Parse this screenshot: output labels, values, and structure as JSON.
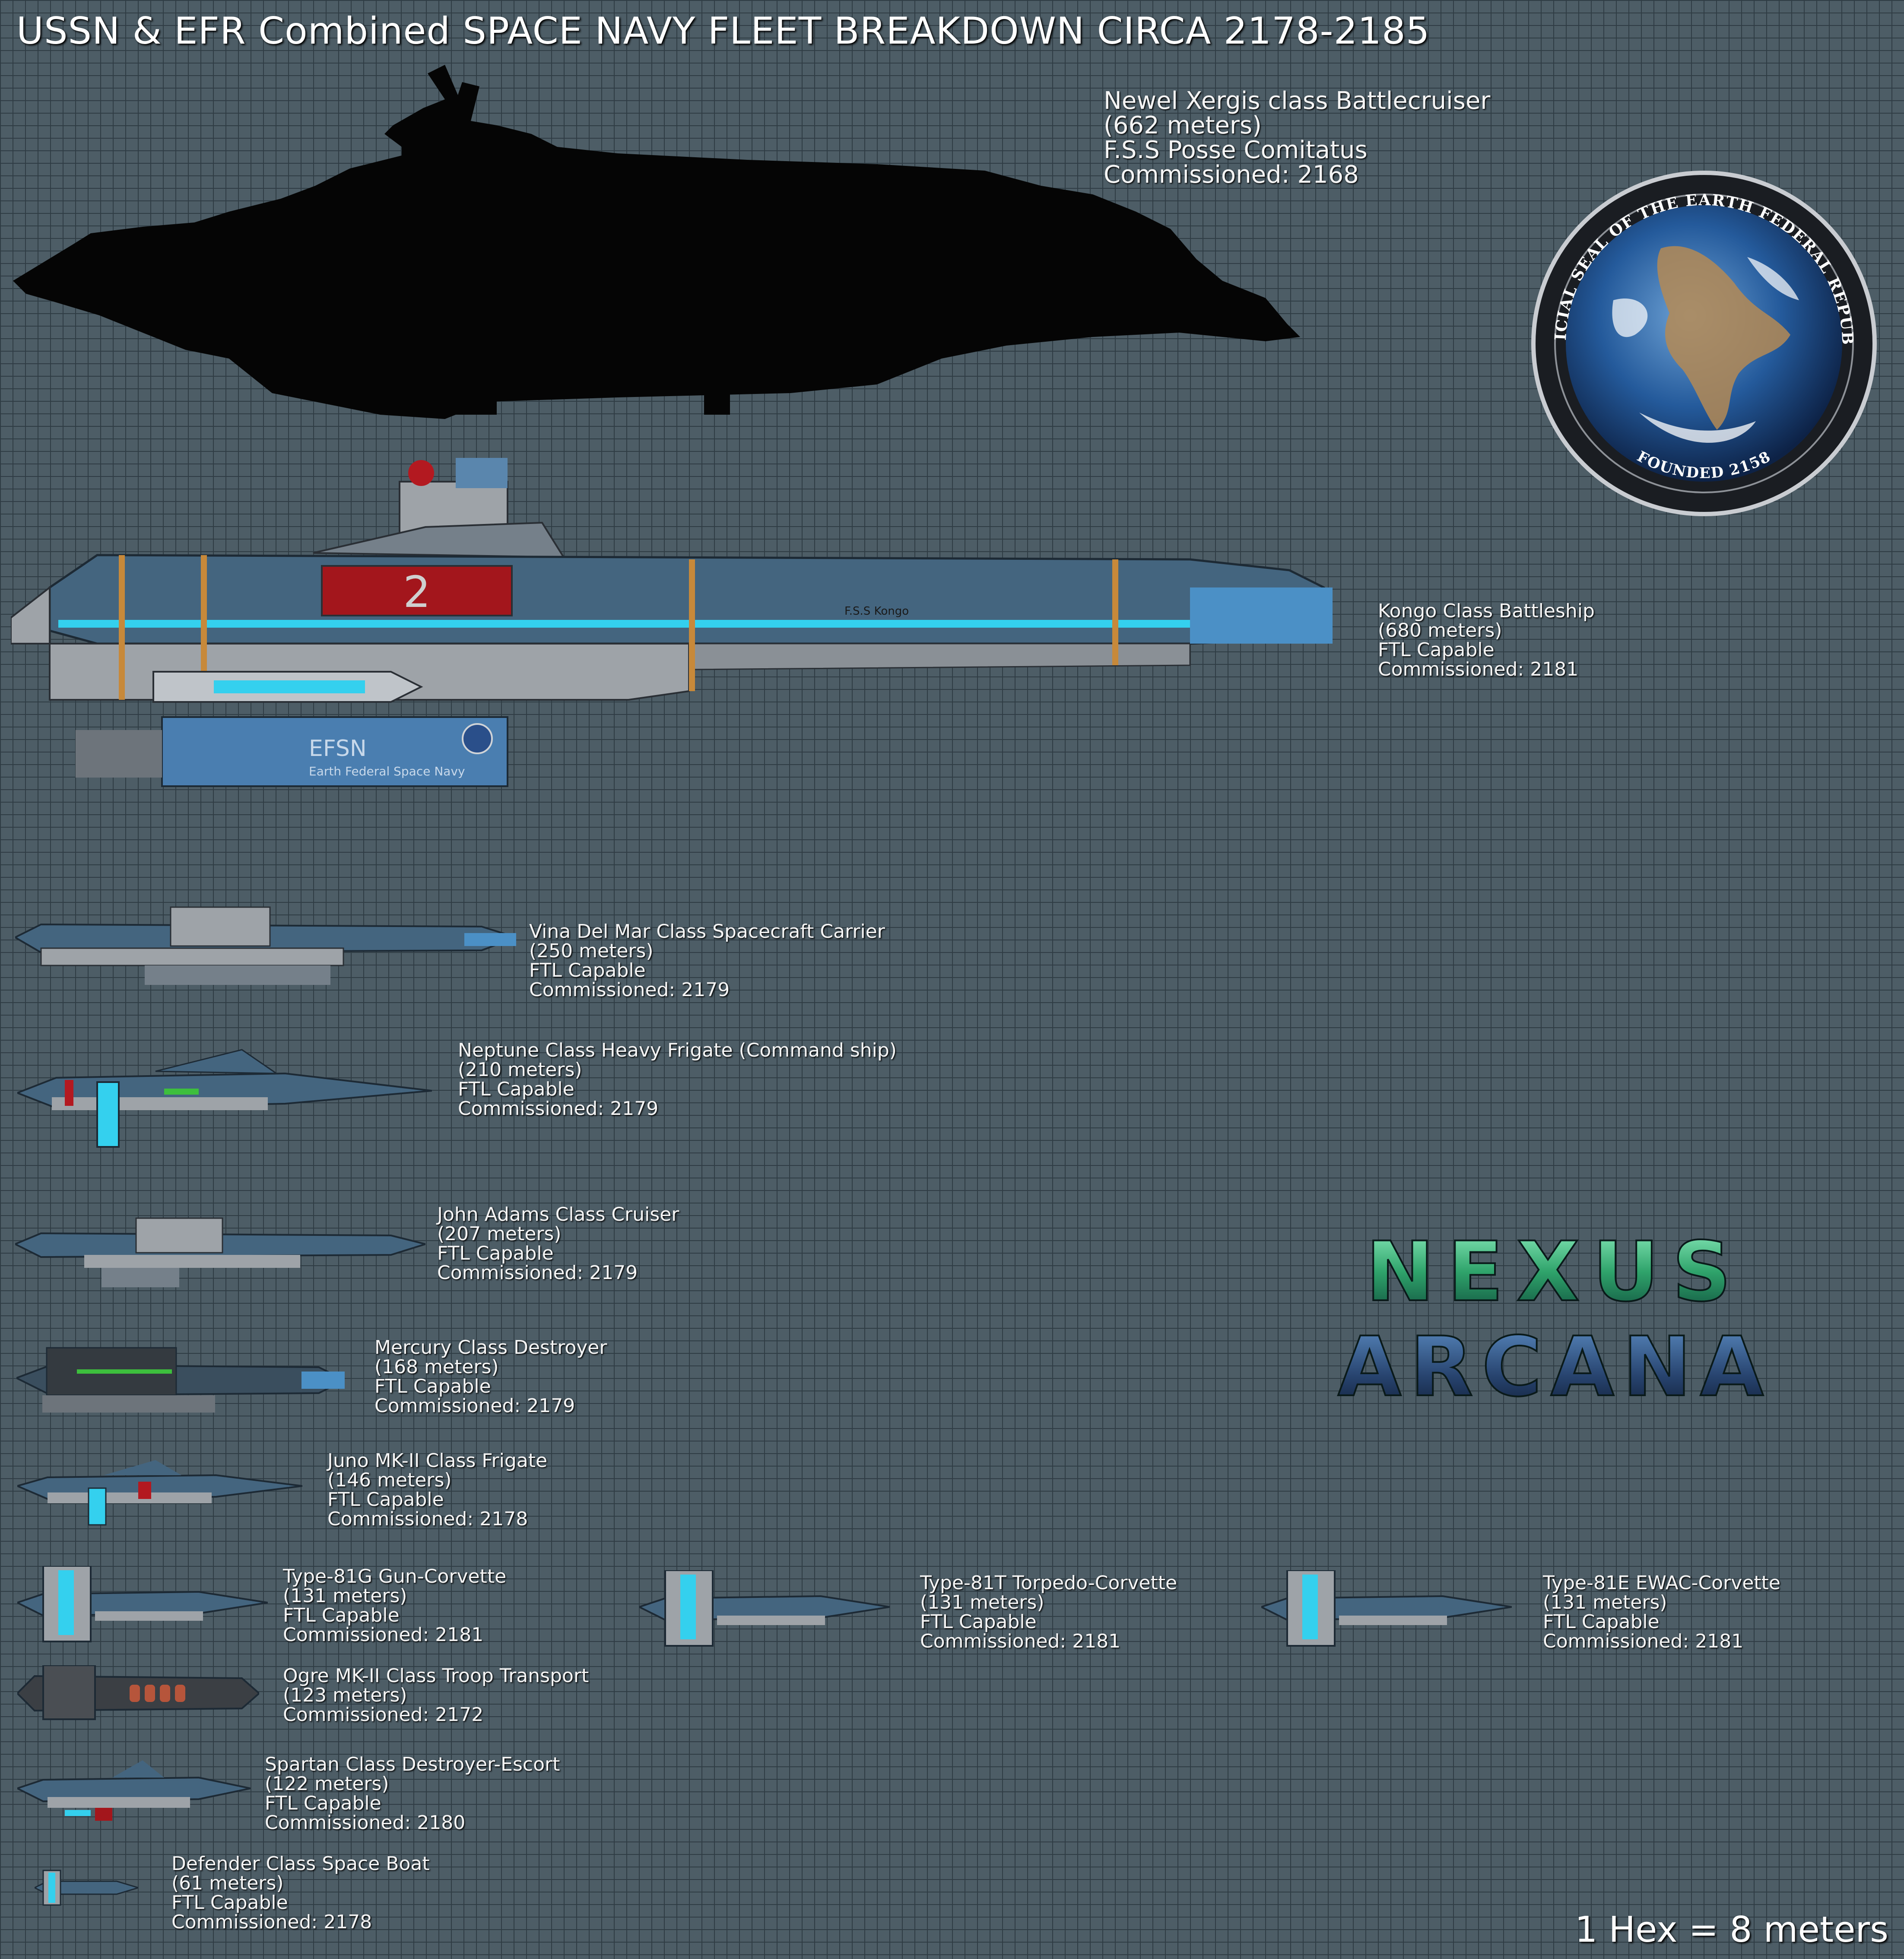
{
  "title": "USSN & EFR Combined SPACE NAVY FLEET BREAKDOWN CIRCA 2178-2185",
  "colors": {
    "grid_background": "#4d5d66",
    "grid_lines": "#2f3c44",
    "hull_blue": "#44657f",
    "hull_grey": "#9ea3a8",
    "engine_glow": "#34d0ee",
    "accent_red": "#a3161c",
    "logo_green": "#2fa36b",
    "logo_blue": "#27436e"
  },
  "ships": [
    {
      "name": "Newel Xergis class Battlecruiser",
      "length": "(662 meters)",
      "line3": "F.S.S Posse Comitatus",
      "commissioned": "Commissioned: 2168"
    },
    {
      "name": "Kongo Class Battleship",
      "length": "(680 meters)",
      "line3": "FTL Capable",
      "commissioned": "Commissioned: 2181",
      "hull_markings": {
        "number": "2",
        "code": "EFSN",
        "subtitle": "Earth Federal Space Navy",
        "hull_name": "F.S.S Kongo"
      }
    },
    {
      "name": "Vina Del Mar Class Spacecraft Carrier",
      "length": "(250 meters)",
      "line3": "FTL Capable",
      "commissioned": "Commissioned: 2179"
    },
    {
      "name": "Neptune Class Heavy Frigate (Command ship)",
      "length": "(210 meters)",
      "line3": "FTL Capable",
      "commissioned": "Commissioned: 2179"
    },
    {
      "name": "John Adams Class Cruiser",
      "length": "(207 meters)",
      "line3": "FTL Capable",
      "commissioned": "Commissioned: 2179"
    },
    {
      "name": "Mercury Class Destroyer",
      "length": "(168 meters)",
      "line3": "FTL Capable",
      "commissioned": "Commissioned: 2179"
    },
    {
      "name": "Juno MK-II Class Frigate",
      "length": "(146 meters)",
      "line3": "FTL Capable",
      "commissioned": "Commissioned: 2178"
    },
    {
      "name": "Type-81G Gun-Corvette",
      "length": "(131 meters)",
      "line3": "FTL Capable",
      "commissioned": "Commissioned: 2181"
    },
    {
      "name": "Type-81T Torpedo-Corvette",
      "length": "(131 meters)",
      "line3": "FTL Capable",
      "commissioned": "Commissioned: 2181"
    },
    {
      "name": "Type-81E EWAC-Corvette",
      "length": "(131 meters)",
      "line3": "FTL Capable",
      "commissioned": "Commissioned: 2181"
    },
    {
      "name": "Ogre MK-II Class Troop Transport",
      "length": "(123 meters)",
      "commissioned": "Commissioned: 2172"
    },
    {
      "name": "Spartan Class Destroyer-Escort",
      "length": "(122 meters)",
      "line3": "FTL Capable",
      "commissioned": "Commissioned: 2180"
    },
    {
      "name": "Defender Class Space Boat",
      "length": "(61 meters)",
      "line3": "FTL Capable",
      "commissioned": "Commissioned: 2178"
    }
  ],
  "seal": {
    "top_text": "OFFICIAL SEAL OF THE EARTH FEDERAL REPUBLIC",
    "bottom_text": "FOUNDED 2158"
  },
  "logo": {
    "line1": "NEXUS",
    "line2": "ARCANA"
  },
  "scale_note": "1 Hex = 8 meters"
}
